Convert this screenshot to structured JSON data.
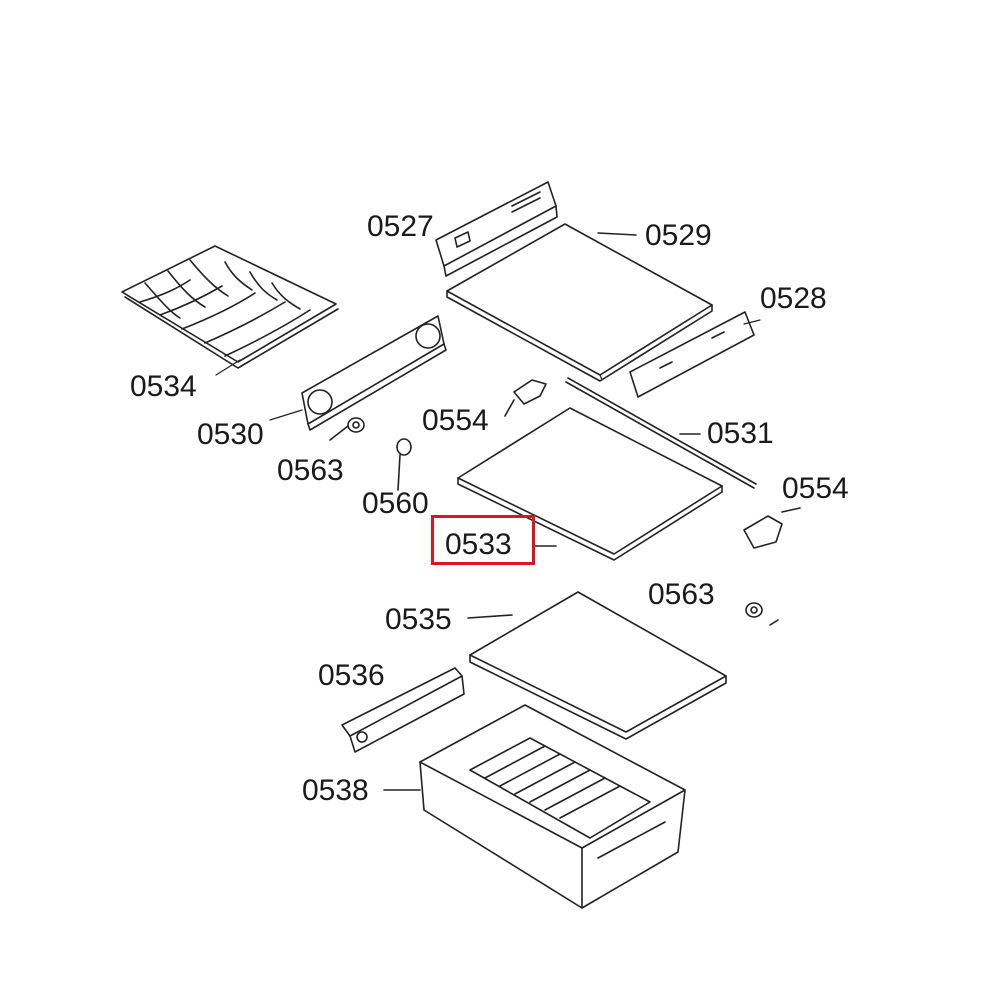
{
  "diagram": {
    "highlight_color": "#e0141e",
    "highlighted_part": "0533",
    "parts": [
      {
        "id": "p0527",
        "number": "0527"
      },
      {
        "id": "p0529",
        "number": "0529"
      },
      {
        "id": "p0528",
        "number": "0528"
      },
      {
        "id": "p0534",
        "number": "0534"
      },
      {
        "id": "p0530",
        "number": "0530"
      },
      {
        "id": "p0554a",
        "number": "0554"
      },
      {
        "id": "p0531",
        "number": "0531"
      },
      {
        "id": "p0563a",
        "number": "0563"
      },
      {
        "id": "p0560",
        "number": "0560"
      },
      {
        "id": "p0554b",
        "number": "0554"
      },
      {
        "id": "p0533",
        "number": "0533"
      },
      {
        "id": "p0563b",
        "number": "0563"
      },
      {
        "id": "p0535",
        "number": "0535"
      },
      {
        "id": "p0536",
        "number": "0536"
      },
      {
        "id": "p0538",
        "number": "0538"
      }
    ]
  }
}
